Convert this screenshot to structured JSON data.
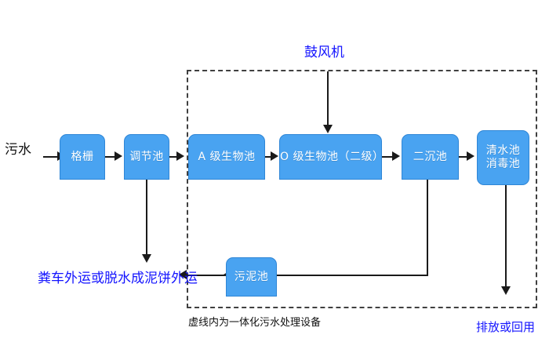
{
  "diagram": {
    "title_label": "鼓风机",
    "inlet_label": "污水",
    "caption": "虚线内为一体化污水处理设备",
    "sludge_outlet_label": "粪车外运或脱水成泥饼外运",
    "effluent_outlet_label": "排放或回用",
    "colors": {
      "node_fill": "#49a3f1",
      "node_border": "#2f86d6",
      "node_text": "#ffffff",
      "connector": "#1a1a1a",
      "blue_text": "#1414ff",
      "dashed_border": "#404040",
      "background": "#ffffff"
    },
    "nodes": [
      {
        "id": "grating",
        "label": "格栅"
      },
      {
        "id": "regulating",
        "label": "调节池"
      },
      {
        "id": "a_tank",
        "label": "A 级生物池"
      },
      {
        "id": "o_tank",
        "label": "O 级生物池（二级）"
      },
      {
        "id": "clarifier",
        "label": "二沉池"
      },
      {
        "id": "clearwater_line1",
        "label": "清水池"
      },
      {
        "id": "clearwater_line2",
        "label": "消毒池"
      },
      {
        "id": "sludge",
        "label": "污泥池"
      }
    ]
  }
}
